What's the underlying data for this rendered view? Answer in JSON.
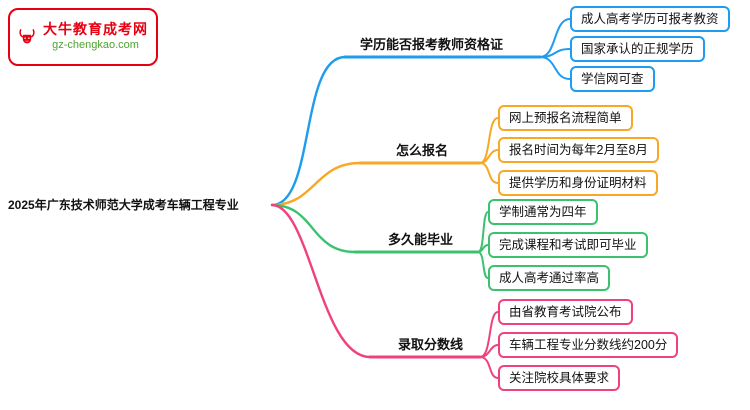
{
  "logo": {
    "title": "大牛教育成考网",
    "url": "gz-chengkao.com"
  },
  "root": {
    "label": "2025年广东技术师范大学成考车辆工程专业"
  },
  "branches": [
    {
      "label": "学历能否报考教师资格证",
      "color": "#1f9bf0",
      "children": [
        "成人高考学历可报考教资",
        "国家承认的正规学历",
        "学信网可查"
      ]
    },
    {
      "label": "怎么报名",
      "color": "#f9a825",
      "children": [
        "网上预报名流程简单",
        "报名时间为每年2月至8月",
        "提供学历和身份证明材料"
      ]
    },
    {
      "label": "多久能毕业",
      "color": "#3cc16e",
      "children": [
        "学制通常为四年",
        "完成课程和考试即可毕业",
        "成人高考通过率高"
      ]
    },
    {
      "label": "录取分数线",
      "color": "#f0417f",
      "children": [
        "由省教育考试院公布",
        "车辆工程专业分数线约200分",
        "关注院校具体要求"
      ]
    }
  ],
  "colors": {
    "logo_red": "#e60012",
    "logo_green": "#4ca52c"
  }
}
